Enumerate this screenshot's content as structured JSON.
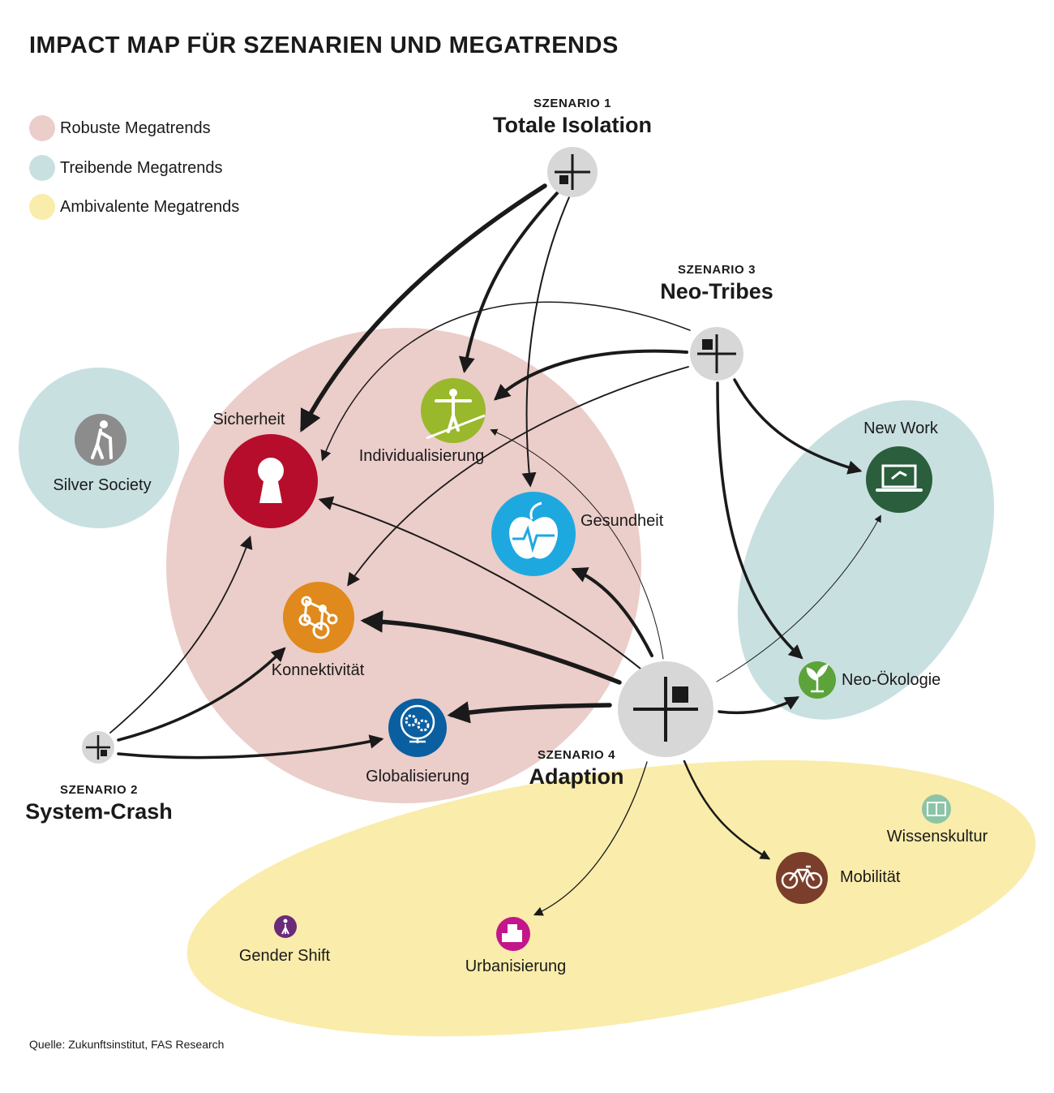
{
  "title": "IMPACT MAP FÜR SZENARIEN UND MEGATRENDS",
  "legend": [
    {
      "label": "Robuste Megatrends",
      "color": "#ebcdc9"
    },
    {
      "label": "Treibende Megatrends",
      "color": "#c9e0e1"
    },
    {
      "label": "Ambivalente Megatrends",
      "color": "#faecaa"
    }
  ],
  "scenarios": {
    "s1": {
      "code": "SZENARIO 1",
      "name": "Totale Isolation"
    },
    "s2": {
      "code": "SZENARIO 2",
      "name": "System-Crash"
    },
    "s3": {
      "code": "SZENARIO 3",
      "name": "Neo-Tribes"
    },
    "s4": {
      "code": "SZENARIO 4",
      "name": "Adaption"
    }
  },
  "megatrends": {
    "silver_society": {
      "label": "Silver Society",
      "group": "treibend",
      "color": "#8c8c8c",
      "icon": "elderly-person-icon"
    },
    "sicherheit": {
      "label": "Sicherheit",
      "group": "robust",
      "color": "#b50d2b",
      "icon": "keyhole-icon"
    },
    "individualisierung": {
      "label": "Individualisierung",
      "group": "robust",
      "color": "#9ab82b",
      "icon": "tightrope-walker-icon"
    },
    "gesundheit": {
      "label": "Gesundheit",
      "group": "robust",
      "color": "#1ea8e0",
      "icon": "apple-heartbeat-icon"
    },
    "konnektivitaet": {
      "label": "Konnektivität",
      "group": "robust",
      "color": "#e0891c",
      "icon": "network-nodes-icon"
    },
    "globalisierung": {
      "label": "Globalisierung",
      "group": "robust",
      "color": "#0a5fa0",
      "icon": "globe-gears-icon"
    },
    "new_work": {
      "label": "New Work",
      "group": "treibend",
      "color": "#2a5e3d",
      "icon": "laptop-icon"
    },
    "neo_oekologie": {
      "label": "Neo-Ökologie",
      "group": "treibend",
      "color": "#5ca33b",
      "icon": "sprout-icon"
    },
    "wissenskultur": {
      "label": "Wissenskultur",
      "group": "ambivalent",
      "color": "#8cc4a6",
      "icon": "book-icon"
    },
    "mobilitaet": {
      "label": "Mobilität",
      "group": "ambivalent",
      "color": "#7a3e2a",
      "icon": "bicycle-icon"
    },
    "gender_shift": {
      "label": "Gender Shift",
      "group": "ambivalent",
      "color": "#6b2a7a",
      "icon": "person-icon"
    },
    "urbanisierung": {
      "label": "Urbanisierung",
      "group": "ambivalent",
      "color": "#c3168a",
      "icon": "buildings-icon"
    }
  },
  "links": [
    {
      "from": "s1",
      "to": "sicherheit",
      "strength": "strong"
    },
    {
      "from": "s1",
      "to": "individualisierung",
      "strength": "medium"
    },
    {
      "from": "s1",
      "to": "gesundheit",
      "strength": "weak"
    },
    {
      "from": "s3",
      "to": "sicherheit",
      "strength": "weak"
    },
    {
      "from": "s3",
      "to": "individualisierung",
      "strength": "medium"
    },
    {
      "from": "s3",
      "to": "konnektivitaet",
      "strength": "weak"
    },
    {
      "from": "s3",
      "to": "new_work",
      "strength": "medium"
    },
    {
      "from": "s3",
      "to": "neo_oekologie",
      "strength": "medium"
    },
    {
      "from": "s2",
      "to": "sicherheit",
      "strength": "weak"
    },
    {
      "from": "s2",
      "to": "konnektivitaet",
      "strength": "medium"
    },
    {
      "from": "s2",
      "to": "globalisierung",
      "strength": "medium"
    },
    {
      "from": "s4",
      "to": "sicherheit",
      "strength": "weak"
    },
    {
      "from": "s4",
      "to": "individualisierung",
      "strength": "thin"
    },
    {
      "from": "s4",
      "to": "gesundheit",
      "strength": "medium"
    },
    {
      "from": "s4",
      "to": "konnektivitaet",
      "strength": "strong"
    },
    {
      "from": "s4",
      "to": "globalisierung",
      "strength": "strong"
    },
    {
      "from": "s4",
      "to": "new_work",
      "strength": "thin"
    },
    {
      "from": "s4",
      "to": "neo_oekologie",
      "strength": "medium"
    },
    {
      "from": "s4",
      "to": "mobilitaet",
      "strength": "weak"
    },
    {
      "from": "s4",
      "to": "urbanisierung",
      "strength": "thin"
    }
  ],
  "source": "Quelle: Zukunftsinstitut, FAS Research"
}
